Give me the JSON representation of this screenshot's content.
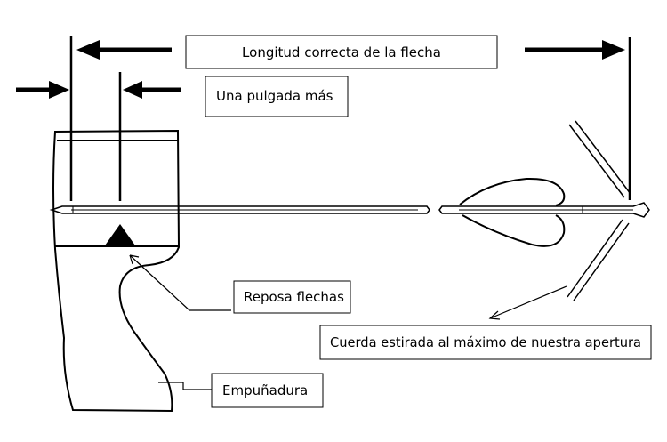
{
  "labels": {
    "arrow_length": "Longitud correcta de la flecha",
    "extra_inch": "Una pulgada más",
    "arrow_rest": "Reposa flechas",
    "string_drawn": "Cuerda estirada al máximo de nuestra apertura",
    "grip": "Empuñadura"
  },
  "colors": {
    "ink": "#000000",
    "paper": "#ffffff"
  }
}
